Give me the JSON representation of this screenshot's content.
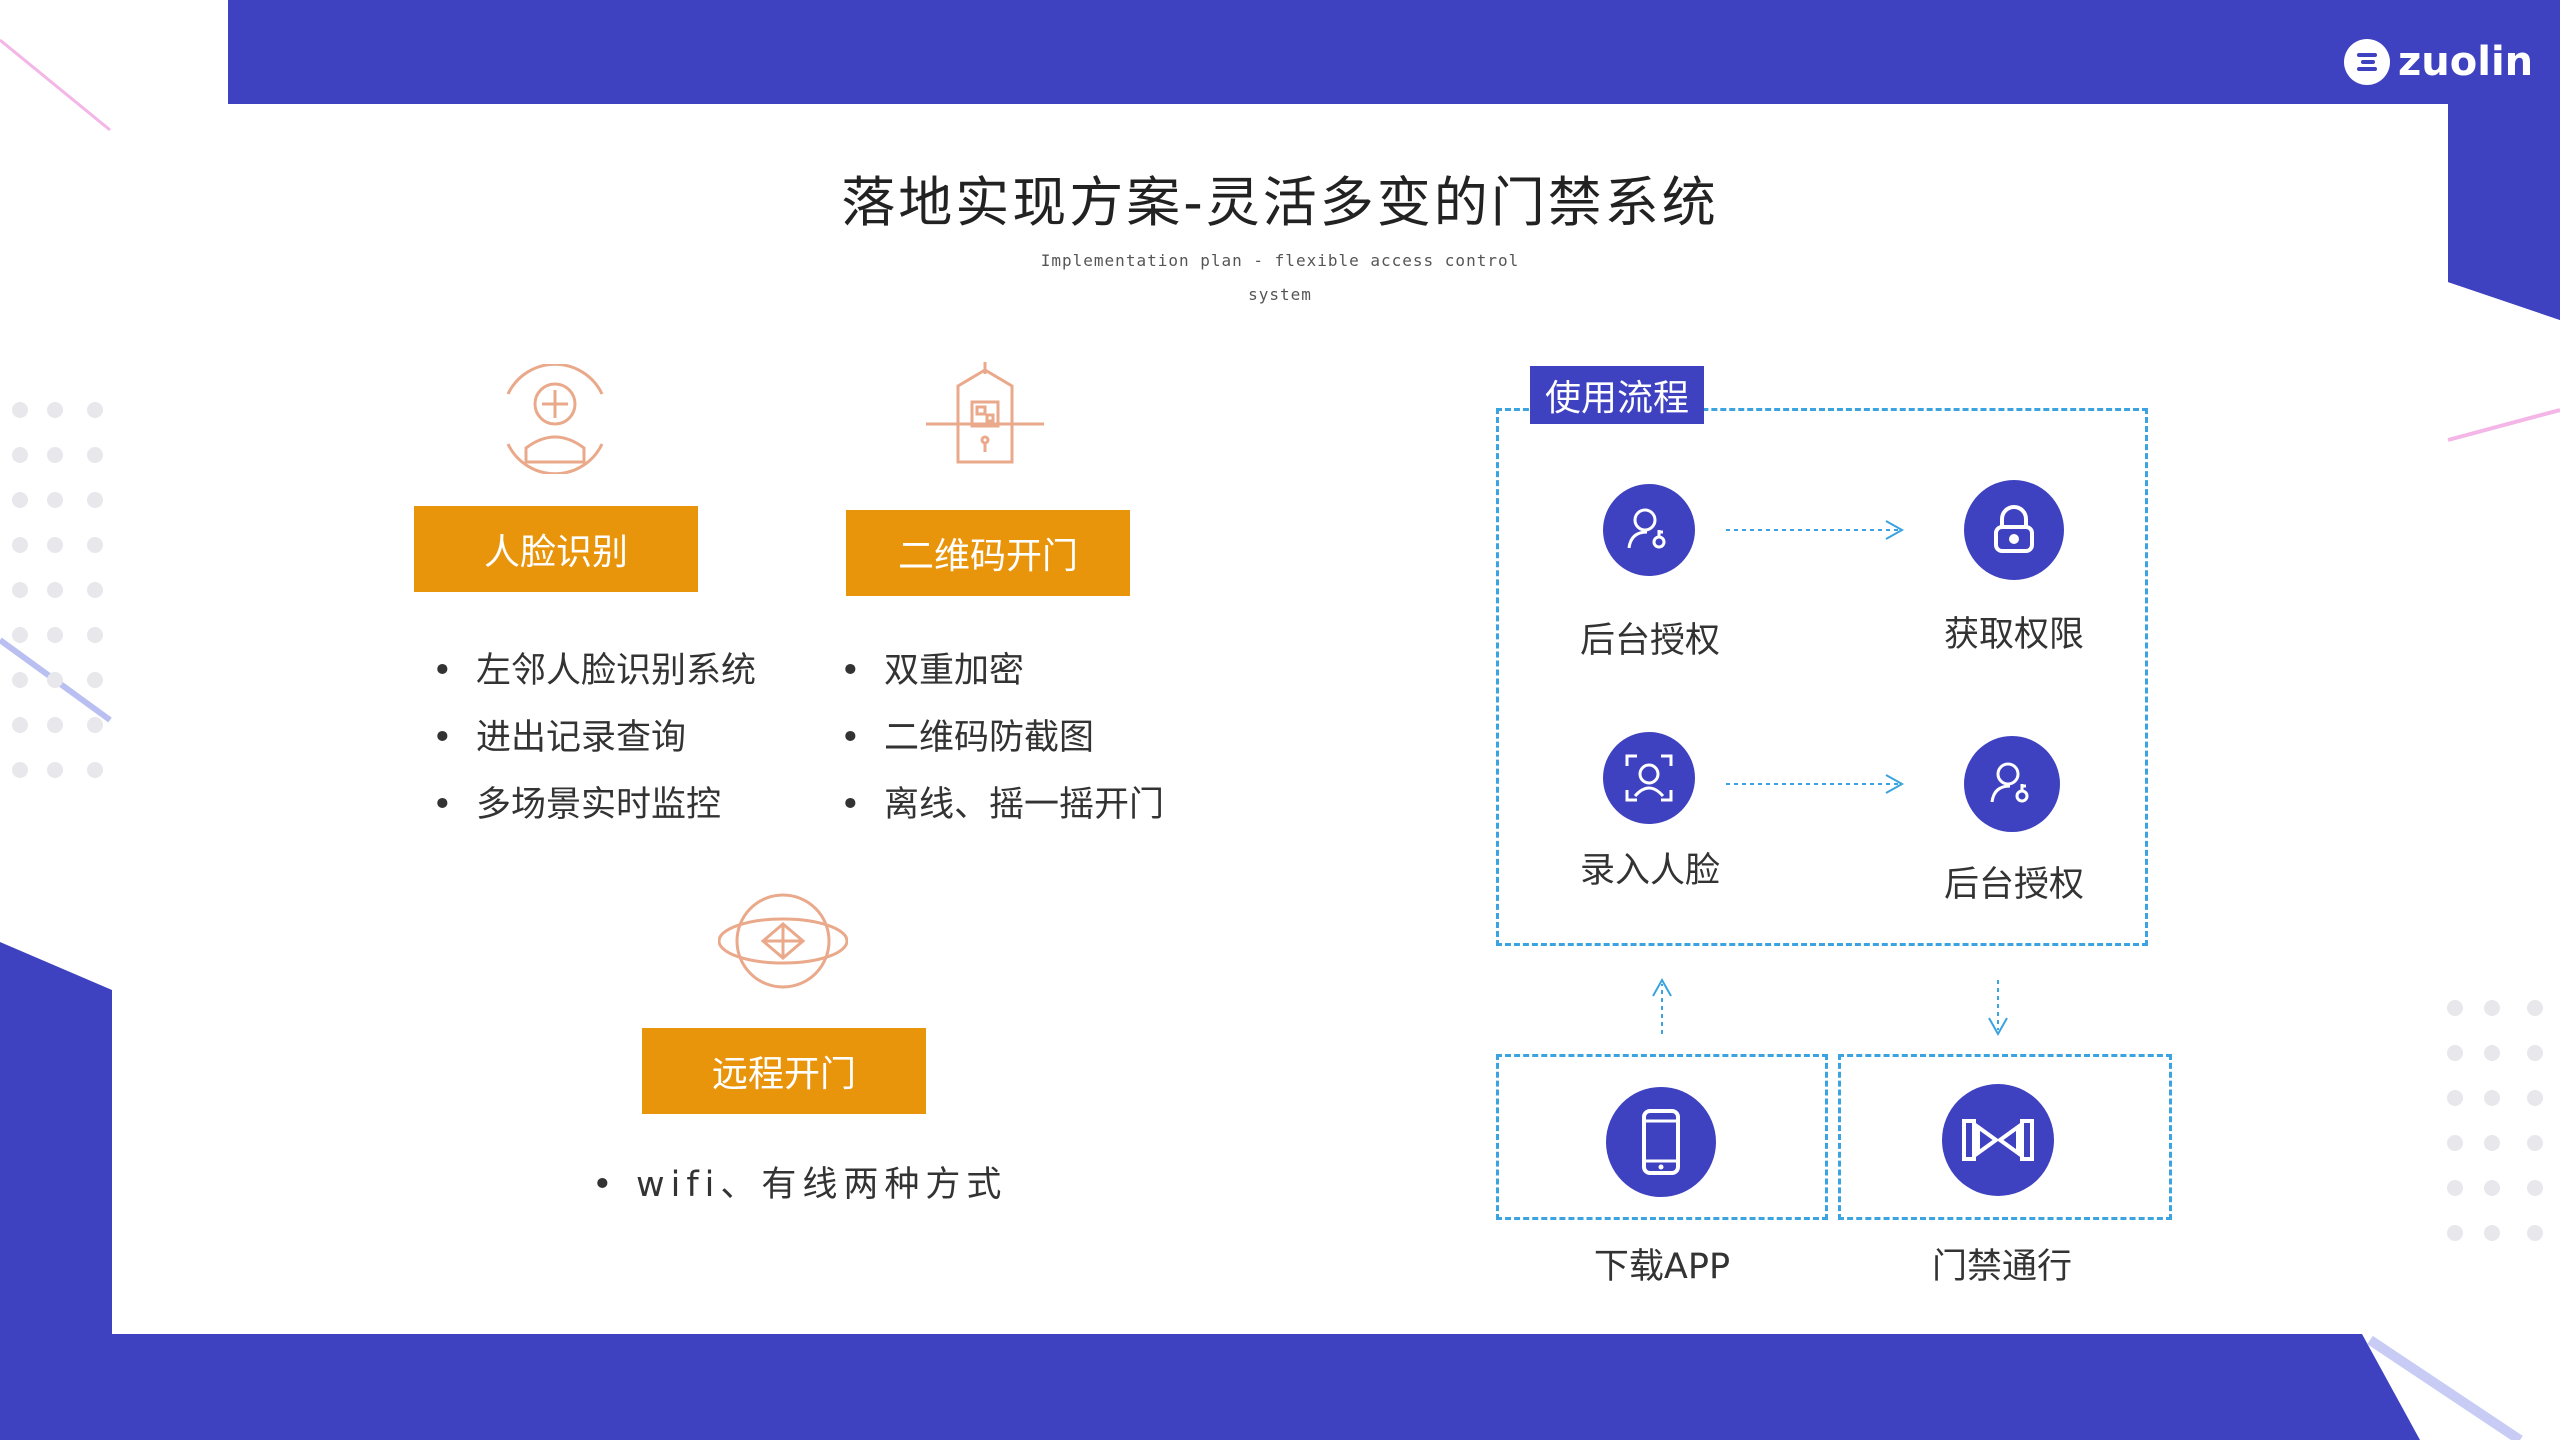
{
  "brand": {
    "logo_text": "zuolin"
  },
  "title": "落地实现方案-灵活多变的门禁系统",
  "subtitle": [
    "Implementation plan - flexible access control",
    "system"
  ],
  "features": [
    {
      "label": "人脸识别",
      "icon": "face-scan-icon",
      "bullets": [
        "左邻人脸识别系统",
        "进出记录查询",
        "多场景实时监控"
      ]
    },
    {
      "label": "二维码开门",
      "icon": "qr-door-icon",
      "bullets": [
        "双重加密",
        "二维码防截图",
        "离线、摇一摇开门"
      ]
    },
    {
      "label": "远程开门",
      "icon": "remote-globe-icon",
      "bullets": [
        "wifi、有线两种方式"
      ]
    }
  ],
  "flow": {
    "header": "使用流程",
    "steps": [
      {
        "label": "后台授权",
        "icon": "user-key-icon"
      },
      {
        "label": "获取权限",
        "icon": "lock-icon"
      },
      {
        "label": "录入人脸",
        "icon": "face-id-icon"
      },
      {
        "label": "后台授权",
        "icon": "user-key-icon"
      }
    ],
    "bottom": [
      {
        "label": "下载APP",
        "icon": "phone-icon"
      },
      {
        "label": "门禁通行",
        "icon": "gate-icon"
      }
    ]
  },
  "colors": {
    "brand_blue": "#3f42c0",
    "accent_orange": "#e8950c",
    "dash_blue": "#3aa3e0",
    "icon_peach": "#e9a98a"
  }
}
